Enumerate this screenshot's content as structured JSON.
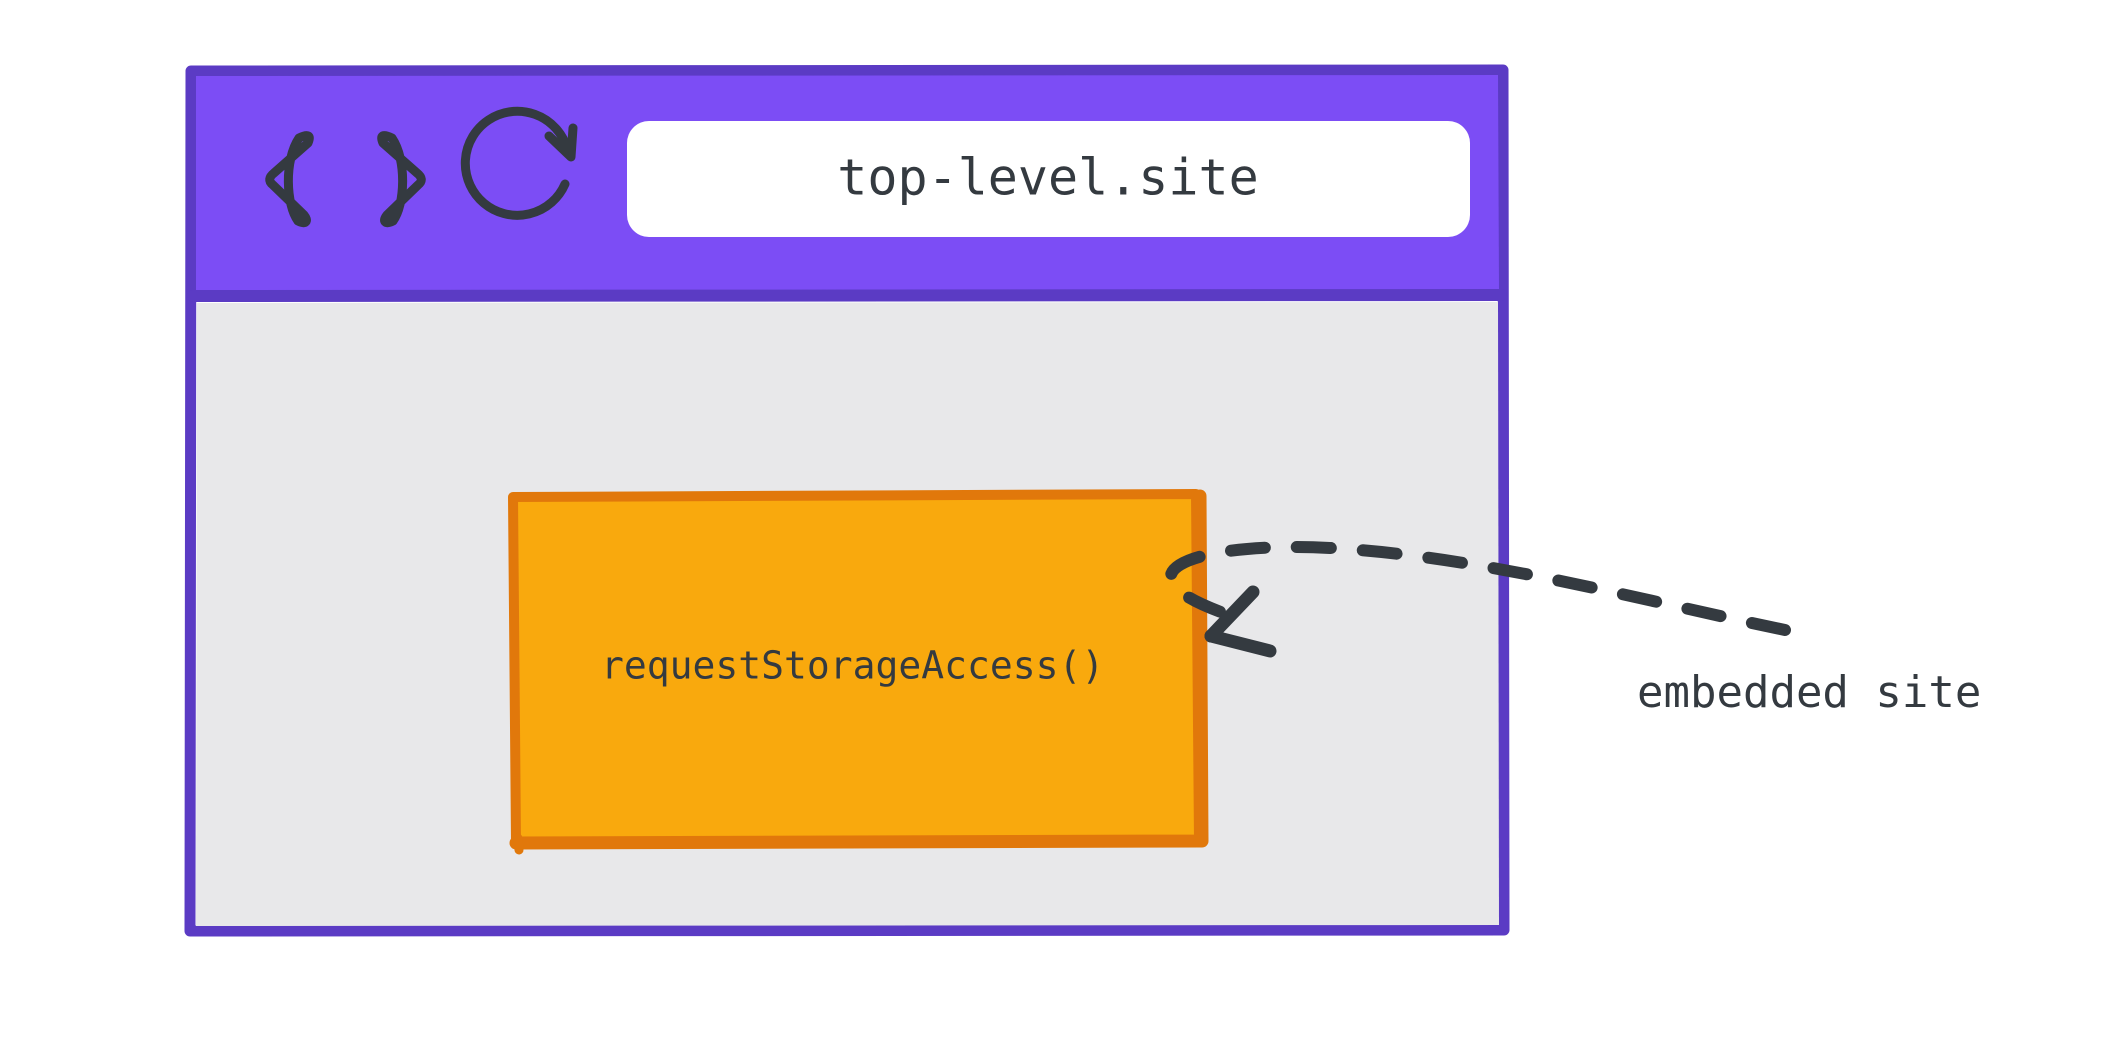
{
  "diagram": {
    "type": "browser-window-illustration",
    "style": "hand-drawn-sketch"
  },
  "browser": {
    "toolbar": {
      "back_icon": "triangle-left-icon",
      "forward_icon": "triangle-right-icon",
      "reload_icon": "reload-circular-arrow-icon",
      "url_bar": {
        "value": "top-level.site",
        "placeholder": "top-level.site"
      }
    },
    "content": {
      "embedded_frame": {
        "label": "requestStorageAccess()"
      }
    }
  },
  "annotation": {
    "label": "embedded site",
    "connector": "dashed-curved-arrow"
  },
  "colors": {
    "chrome_fill": "#7C4DF5",
    "chrome_stroke": "#5B3BC4",
    "url_bar_fill": "#FFFFFF",
    "content_fill": "#E8E8EA",
    "frame_fill": "#F9A90D",
    "frame_stroke": "#E1780B",
    "ink": "#343a40",
    "page_background": "#FFFFFF"
  }
}
